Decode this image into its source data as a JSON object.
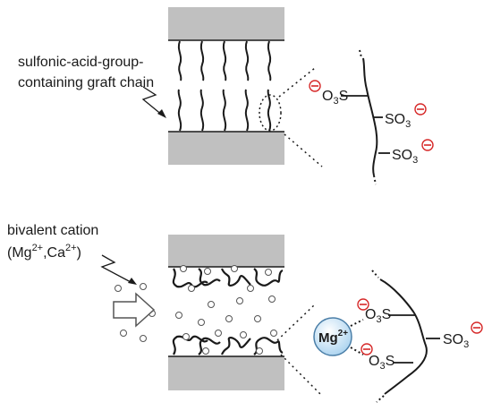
{
  "top_panel": {
    "label_line1": "sulfonic-acid-group-",
    "label_line2": "containing graft chain",
    "groups": {
      "g1": {
        "pre": "O",
        "sub": "3",
        "post": "S"
      },
      "g2": {
        "pre": "SO",
        "sub": "3",
        "post": ""
      },
      "g3": {
        "pre": "SO",
        "sub": "3",
        "post": ""
      }
    }
  },
  "bottom_panel": {
    "label_line1": "bivalent cation",
    "cation_label": {
      "open": "(Mg",
      "sup1": "2+",
      "mid": ",Ca",
      "sup2": "2+",
      "close": ")"
    },
    "ion": {
      "base": "Mg",
      "charge": "2+"
    },
    "groups": {
      "g1": {
        "pre": "O",
        "sub": "3",
        "post": "S"
      },
      "g2": {
        "pre": "O",
        "sub": "3",
        "post": "S"
      },
      "g3": {
        "pre": "SO",
        "sub": "3",
        "post": ""
      }
    }
  },
  "colors": {
    "plate": "#c0c0c0",
    "chain": "#1a1a1a",
    "charge": "#d62828",
    "ion_fill": "#cfe7f7",
    "ion_stroke": "#4b7fa8"
  }
}
